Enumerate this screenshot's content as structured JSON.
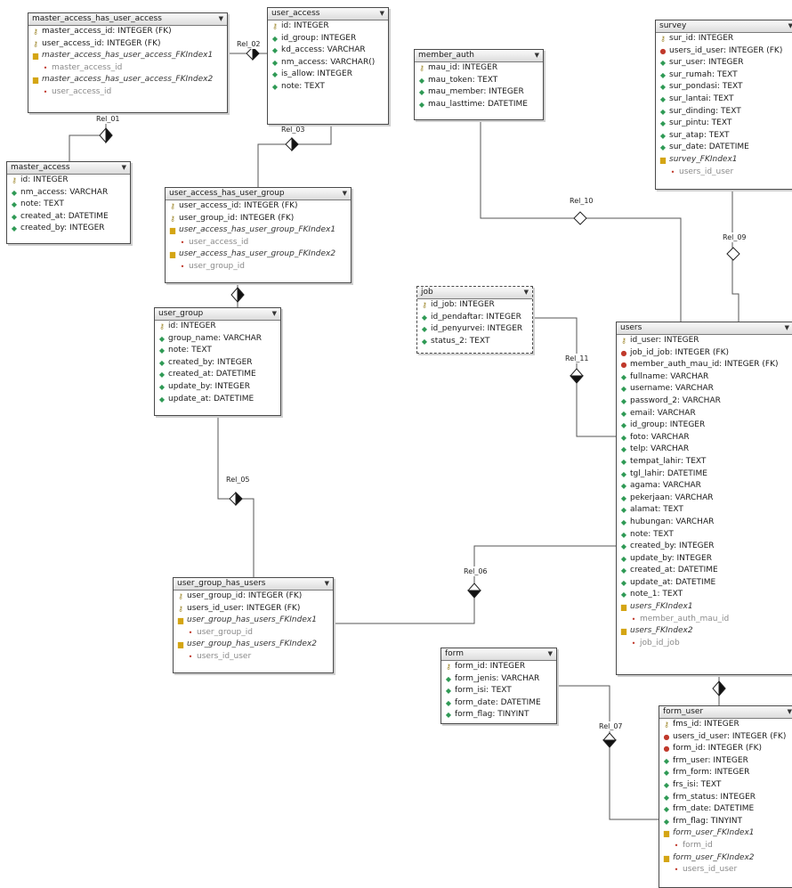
{
  "tables": {
    "mahua": {
      "title": "master_access_has_user_access",
      "rows": [
        {
          "kind": "pk",
          "text": "master_access_id: INTEGER (FK)"
        },
        {
          "kind": "pk",
          "text": "user_access_id: INTEGER (FK)"
        },
        {
          "kind": "idx",
          "text": "master_access_has_user_access_FKIndex1"
        },
        {
          "kind": "sub",
          "text": "master_access_id"
        },
        {
          "kind": "idx",
          "text": "master_access_has_user_access_FKIndex2"
        },
        {
          "kind": "sub",
          "text": "user_access_id"
        }
      ]
    },
    "user_access": {
      "title": "user_access",
      "rows": [
        {
          "kind": "pk",
          "text": "id: INTEGER"
        },
        {
          "kind": "col",
          "text": "id_group: INTEGER"
        },
        {
          "kind": "col",
          "text": "kd_access: VARCHAR"
        },
        {
          "kind": "col",
          "text": "nm_access: VARCHAR()"
        },
        {
          "kind": "col",
          "text": "is_allow: INTEGER"
        },
        {
          "kind": "col",
          "text": "note: TEXT"
        }
      ]
    },
    "master_access": {
      "title": "master_access",
      "rows": [
        {
          "kind": "pk",
          "text": "id: INTEGER"
        },
        {
          "kind": "col",
          "text": "nm_access: VARCHAR"
        },
        {
          "kind": "col",
          "text": "note: TEXT"
        },
        {
          "kind": "col",
          "text": "created_at: DATETIME"
        },
        {
          "kind": "col",
          "text": "created_by: INTEGER"
        }
      ]
    },
    "member_auth": {
      "title": "member_auth",
      "rows": [
        {
          "kind": "pk",
          "text": "mau_id: INTEGER"
        },
        {
          "kind": "col",
          "text": "mau_token: TEXT"
        },
        {
          "kind": "col",
          "text": "mau_member: INTEGER"
        },
        {
          "kind": "col",
          "text": "mau_lasttime: DATETIME"
        }
      ]
    },
    "survey": {
      "title": "survey",
      "rows": [
        {
          "kind": "pk",
          "text": "sur_id: INTEGER"
        },
        {
          "kind": "fk",
          "text": "users_id_user: INTEGER (FK)"
        },
        {
          "kind": "col",
          "text": "sur_user: INTEGER"
        },
        {
          "kind": "col",
          "text": "sur_rumah: TEXT"
        },
        {
          "kind": "col",
          "text": "sur_pondasi: TEXT"
        },
        {
          "kind": "col",
          "text": "sur_lantai: TEXT"
        },
        {
          "kind": "col",
          "text": "sur_dinding: TEXT"
        },
        {
          "kind": "col",
          "text": "sur_pintu: TEXT"
        },
        {
          "kind": "col",
          "text": "sur_atap: TEXT"
        },
        {
          "kind": "col",
          "text": "sur_date: DATETIME"
        },
        {
          "kind": "idx",
          "text": "survey_FKIndex1"
        },
        {
          "kind": "sub",
          "text": "users_id_user"
        }
      ]
    },
    "uahug": {
      "title": "user_access_has_user_group",
      "rows": [
        {
          "kind": "pk",
          "text": "user_access_id: INTEGER (FK)"
        },
        {
          "kind": "pk",
          "text": "user_group_id: INTEGER (FK)"
        },
        {
          "kind": "idx",
          "text": "user_access_has_user_group_FKIndex1"
        },
        {
          "kind": "sub",
          "text": "user_access_id"
        },
        {
          "kind": "idx",
          "text": "user_access_has_user_group_FKIndex2"
        },
        {
          "kind": "sub",
          "text": "user_group_id"
        }
      ]
    },
    "job": {
      "title": "job",
      "rows": [
        {
          "kind": "pk",
          "text": "id_job: INTEGER"
        },
        {
          "kind": "col",
          "text": "id_pendaftar: INTEGER"
        },
        {
          "kind": "col",
          "text": "id_penyurvei: INTEGER"
        },
        {
          "kind": "col",
          "text": "status_2: TEXT"
        }
      ]
    },
    "user_group": {
      "title": "user_group",
      "rows": [
        {
          "kind": "pk",
          "text": "id: INTEGER"
        },
        {
          "kind": "col",
          "text": "group_name: VARCHAR"
        },
        {
          "kind": "col",
          "text": "note: TEXT"
        },
        {
          "kind": "col",
          "text": "created_by: INTEGER"
        },
        {
          "kind": "col",
          "text": "created_at: DATETIME"
        },
        {
          "kind": "col",
          "text": "update_by: INTEGER"
        },
        {
          "kind": "col",
          "text": "update_at: DATETIME"
        }
      ]
    },
    "users": {
      "title": "users",
      "rows": [
        {
          "kind": "pk",
          "text": "id_user: INTEGER"
        },
        {
          "kind": "fk",
          "text": "job_id_job: INTEGER (FK)"
        },
        {
          "kind": "fk",
          "text": "member_auth_mau_id: INTEGER (FK)"
        },
        {
          "kind": "col",
          "text": "fullname: VARCHAR"
        },
        {
          "kind": "col",
          "text": "username: VARCHAR"
        },
        {
          "kind": "col",
          "text": "password_2: VARCHAR"
        },
        {
          "kind": "col",
          "text": "email: VARCHAR"
        },
        {
          "kind": "col",
          "text": "id_group: INTEGER"
        },
        {
          "kind": "col",
          "text": "foto: VARCHAR"
        },
        {
          "kind": "col",
          "text": "telp: VARCHAR"
        },
        {
          "kind": "col",
          "text": "tempat_lahir: TEXT"
        },
        {
          "kind": "col",
          "text": "tgl_lahir: DATETIME"
        },
        {
          "kind": "col",
          "text": "agama: VARCHAR"
        },
        {
          "kind": "col",
          "text": "pekerjaan: VARCHAR"
        },
        {
          "kind": "col",
          "text": "alamat: TEXT"
        },
        {
          "kind": "col",
          "text": "hubungan: VARCHAR"
        },
        {
          "kind": "col",
          "text": "note: TEXT"
        },
        {
          "kind": "col",
          "text": "created_by: INTEGER"
        },
        {
          "kind": "col",
          "text": "update_by: INTEGER"
        },
        {
          "kind": "col",
          "text": "created_at: DATETIME"
        },
        {
          "kind": "col",
          "text": "update_at: DATETIME"
        },
        {
          "kind": "col",
          "text": "note_1: TEXT"
        },
        {
          "kind": "idx",
          "text": "users_FKIndex1"
        },
        {
          "kind": "sub",
          "text": "member_auth_mau_id"
        },
        {
          "kind": "idx",
          "text": "users_FKIndex2"
        },
        {
          "kind": "sub",
          "text": "job_id_job"
        }
      ]
    },
    "ughu": {
      "title": "user_group_has_users",
      "rows": [
        {
          "kind": "pk",
          "text": "user_group_id: INTEGER (FK)"
        },
        {
          "kind": "pk",
          "text": "users_id_user: INTEGER (FK)"
        },
        {
          "kind": "idx",
          "text": "user_group_has_users_FKIndex1"
        },
        {
          "kind": "sub",
          "text": "user_group_id"
        },
        {
          "kind": "idx",
          "text": "user_group_has_users_FKIndex2"
        },
        {
          "kind": "sub",
          "text": "users_id_user"
        }
      ]
    },
    "form": {
      "title": "form",
      "rows": [
        {
          "kind": "pk",
          "text": "form_id: INTEGER"
        },
        {
          "kind": "col",
          "text": "form_jenis: VARCHAR"
        },
        {
          "kind": "col",
          "text": "form_isi: TEXT"
        },
        {
          "kind": "col",
          "text": "form_date: DATETIME"
        },
        {
          "kind": "col",
          "text": "form_flag: TINYINT"
        }
      ]
    },
    "form_user": {
      "title": "form_user",
      "rows": [
        {
          "kind": "pk",
          "text": "fms_id: INTEGER"
        },
        {
          "kind": "fk",
          "text": "users_id_user: INTEGER (FK)"
        },
        {
          "kind": "fk",
          "text": "form_id: INTEGER (FK)"
        },
        {
          "kind": "col",
          "text": "frm_user: INTEGER"
        },
        {
          "kind": "col",
          "text": "frm_form: INTEGER"
        },
        {
          "kind": "col",
          "text": "frs_isi: TEXT"
        },
        {
          "kind": "col",
          "text": "frm_status: INTEGER"
        },
        {
          "kind": "col",
          "text": "frm_date: DATETIME"
        },
        {
          "kind": "col",
          "text": "frm_flag: TINYINT"
        },
        {
          "kind": "idx",
          "text": "form_user_FKIndex1"
        },
        {
          "kind": "sub",
          "text": "form_id"
        },
        {
          "kind": "idx",
          "text": "form_user_FKIndex2"
        },
        {
          "kind": "sub",
          "text": "users_id_user"
        }
      ]
    }
  },
  "relations": {
    "rel_01": "Rel_01",
    "rel_02": "Rel_02",
    "rel_03": "Rel_03",
    "rel_05": "Rel_05",
    "rel_06": "Rel_06",
    "rel_07": "Rel_07",
    "rel_09": "Rel_09",
    "rel_10": "Rel_10",
    "rel_11": "Rel_11"
  }
}
